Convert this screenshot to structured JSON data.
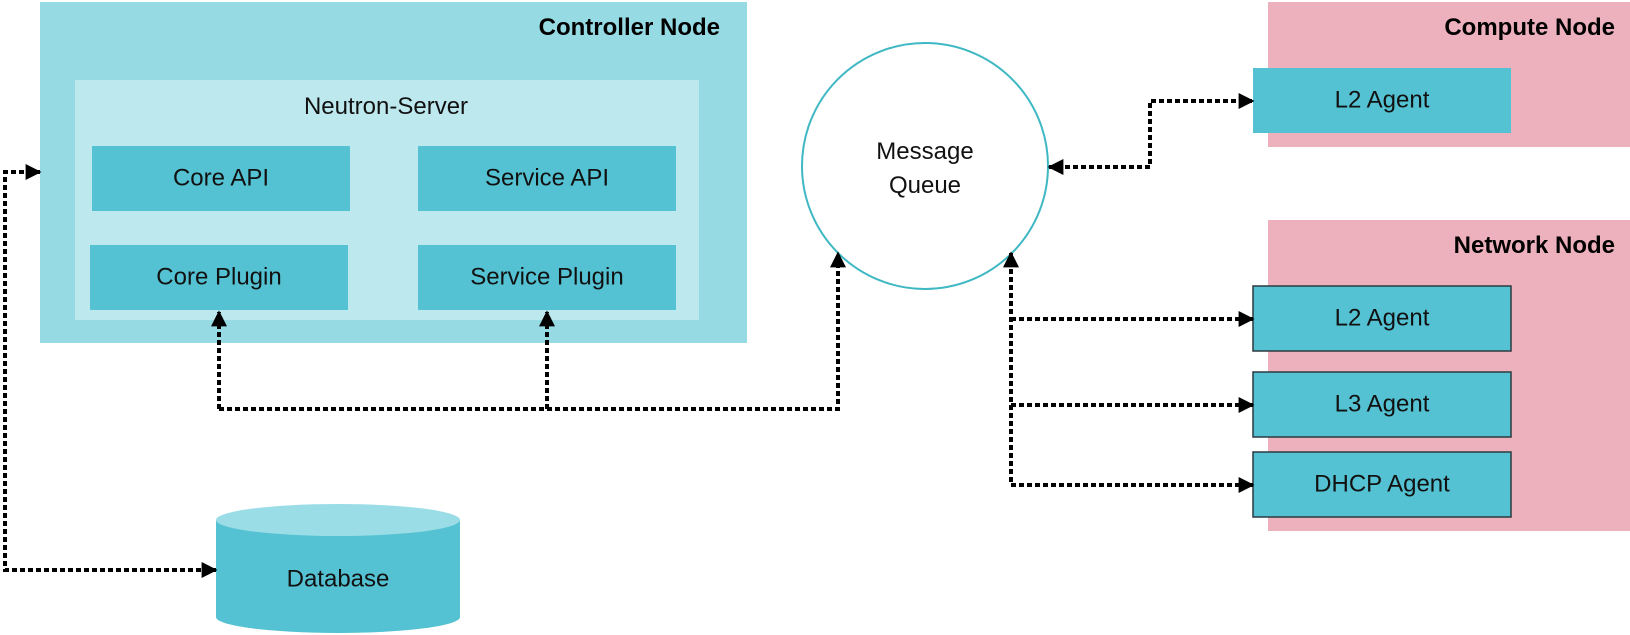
{
  "controller": {
    "title": "Controller Node",
    "server_title": "Neutron-Server",
    "core_api": "Core API",
    "service_api": "Service API",
    "core_plugin": "Core Plugin",
    "service_plugin": "Service Plugin"
  },
  "message_queue": {
    "line1": "Message",
    "line2": "Queue"
  },
  "compute": {
    "title": "Compute Node",
    "l2_agent": "L2 Agent"
  },
  "network": {
    "title": "Network Node",
    "l2_agent": "L2 Agent",
    "l3_agent": "L3 Agent",
    "dhcp_agent": "DHCP Agent"
  },
  "database": {
    "label": "Database"
  },
  "colors": {
    "controller_bg": "#96DBE3",
    "server_bg": "#BDE8EE",
    "component": "#54C2D2",
    "node_pink": "#EDB1BD",
    "queue_stroke": "#3FB8C4",
    "db_top": "#9ADDE6"
  }
}
